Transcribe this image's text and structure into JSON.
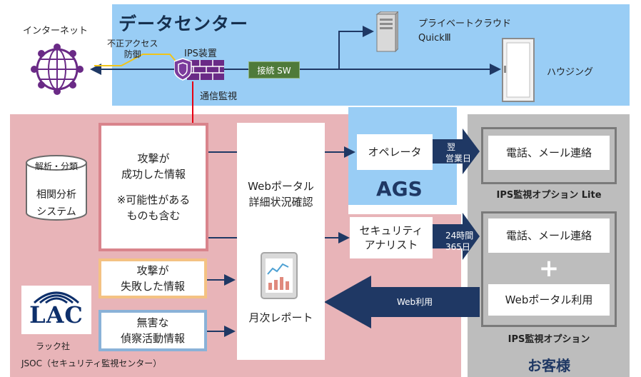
{
  "title": "データセンター",
  "internet_label": "インターネット",
  "fusei_label": "不正アクセス\n防御",
  "ips_label": "IPS装置",
  "sw_label": "接続 SW",
  "cloud_label": "プライベートクラウド",
  "quick_label": "QuickⅢ",
  "housing_label": "ハウジング",
  "monitor_label": "通信監視",
  "analysis": {
    "head": "解析・分類",
    "line1": "相関分析",
    "line2": "システム"
  },
  "attack_success": {
    "line1": "攻撃が",
    "line2": "成功した情報",
    "line3": "※可能性がある",
    "line4": "ものも含む"
  },
  "attack_fail": {
    "line1": "攻撃が",
    "line2": "失敗した情報"
  },
  "scan": {
    "line1": "無害な",
    "line2": "偵察活動情報"
  },
  "portal": {
    "line1": "Webポータル",
    "line2": "詳細状況確認",
    "report": "月次レポート"
  },
  "operator": "オペレータ",
  "analyst": {
    "line1": "セキュリティ",
    "line2": "アナリスト"
  },
  "ags": "AGS",
  "next_day": {
    "line1": "翌",
    "line2": "営業日"
  },
  "h24": {
    "line1": "24時間",
    "line2": "365日"
  },
  "contact1": "電話、メール連絡",
  "lite_label": "IPS監視オプション Lite",
  "contact2": "電話、メール連絡",
  "plus": "+",
  "web_use_box": "Webポータル利用",
  "option_label": "IPS監視オプション",
  "customer": "お客様",
  "web_arrow": "Web利用",
  "lac_logo": "LAC",
  "lac_company": "ラック社",
  "jsoc": "JSOC（セキュリティ監視センター）",
  "colors": {
    "navy": "#1f3864",
    "pink": "#e8b4b8",
    "sky": "#99cdf5",
    "grey": "#bdbdbd",
    "red": "#e60012",
    "purple": "#6a2a86",
    "green": "#4f7a3a"
  }
}
